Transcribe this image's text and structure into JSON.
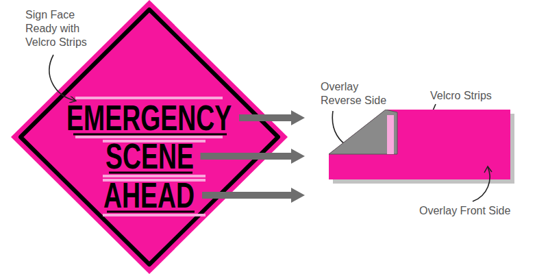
{
  "diagram": {
    "nodes": [
      {
        "text": [
          "EMERGENCY"
        ]
      },
      {
        "text": [
          "SCENE"
        ]
      },
      {
        "text": [
          "AHEAD"
        ]
      },
      {
        "text": [
          "Overlay Front Side"
        ]
      }
    ],
    "edges": [
      {
        "from": 0,
        "to": 3,
        "arrow": "to"
      },
      {
        "from": 1,
        "to": 3,
        "arrow": "to"
      },
      {
        "from": 2,
        "to": 3,
        "arrow": "to"
      }
    ],
    "labels": [
      "Sign Face Ready with Velcro Strips",
      "Overlay Reverse Side",
      "Velcro Strips"
    ]
  }
}
